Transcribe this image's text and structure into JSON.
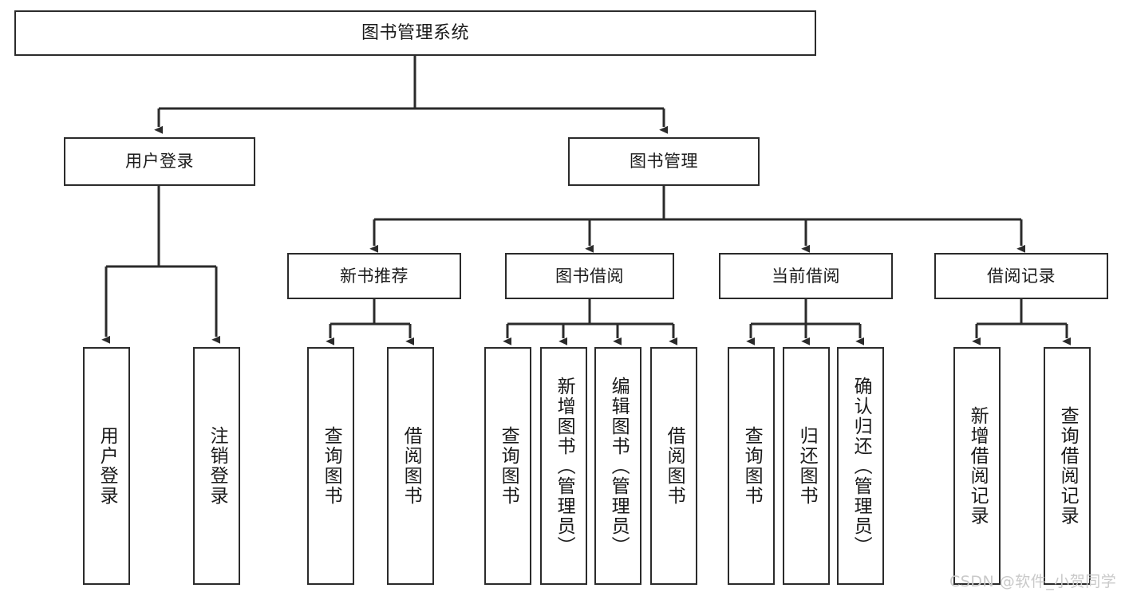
{
  "diagram": {
    "type": "tree",
    "title": "图书管理系统",
    "root": {
      "label": "图书管理系统"
    },
    "level2": [
      {
        "label": "用户登录"
      },
      {
        "label": "图书管理"
      }
    ],
    "level3": [
      {
        "label": "新书推荐"
      },
      {
        "label": "图书借阅"
      },
      {
        "label": "当前借阅"
      },
      {
        "label": "借阅记录"
      }
    ],
    "leaves": {
      "user_login": [
        {
          "label": "用户登录"
        },
        {
          "label": "注销登录"
        }
      ],
      "new_book_recommend": [
        {
          "label": "查询图书"
        },
        {
          "label": "借阅图书"
        }
      ],
      "book_borrow": [
        {
          "label": "查询图书"
        },
        {
          "label": "新增图书（管理员）"
        },
        {
          "label": "编辑图书（管理员）"
        },
        {
          "label": "借阅图书"
        }
      ],
      "current_borrow": [
        {
          "label": "查询图书"
        },
        {
          "label": "归还图书"
        },
        {
          "label": "确认归还（管理员）"
        }
      ],
      "borrow_record": [
        {
          "label": "新增借阅记录"
        },
        {
          "label": "查询借阅记录"
        }
      ]
    }
  },
  "watermark": {
    "text": "CSDN @软件_小贺同学"
  },
  "colors": {
    "stroke": "#2b2b2b",
    "box_fill": "#ffffff",
    "text": "#1a1a1a",
    "watermark": "#c9c9c9"
  }
}
